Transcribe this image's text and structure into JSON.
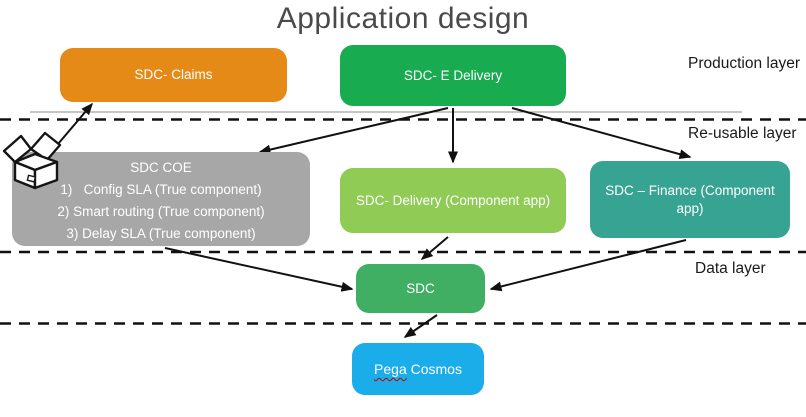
{
  "title": "Application design",
  "layers": {
    "production": "Production layer",
    "reusable": "Re-usable layer",
    "data": "Data layer"
  },
  "nodes": {
    "claims": {
      "label": "SDC- Claims",
      "color": "#E58A17"
    },
    "e_delivery": {
      "label": "SDC- E Delivery",
      "color": "#19AB50"
    },
    "coe": {
      "title": "SDC COE",
      "items": [
        "1)   Config SLA (True component)",
        "2) Smart routing (True component)",
        "3) Delay SLA (True component)"
      ],
      "color": "#A7A7A7"
    },
    "delivery": {
      "label": "SDC- Delivery (Component app)",
      "color": "#90CB55"
    },
    "finance": {
      "label": "SDC – Finance (Component app)",
      "color": "#37A493"
    },
    "sdc": {
      "label": "SDC",
      "color": "#40AE63"
    },
    "pega": {
      "label_part1": "Pega",
      "label_part2": " Cosmos",
      "color": "#1BADEA"
    }
  },
  "icons": {
    "open_box": "open-box-icon"
  },
  "connector_color": "#111111"
}
